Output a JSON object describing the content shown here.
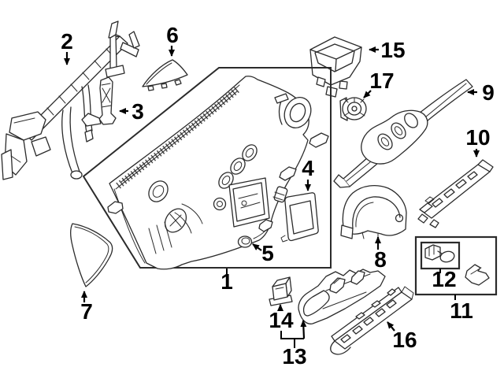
{
  "diagram": {
    "callouts": [
      {
        "id": "1",
        "label": "1"
      },
      {
        "id": "2",
        "label": "2"
      },
      {
        "id": "3",
        "label": "3"
      },
      {
        "id": "4",
        "label": "4"
      },
      {
        "id": "5",
        "label": "5"
      },
      {
        "id": "6",
        "label": "6"
      },
      {
        "id": "7",
        "label": "7"
      },
      {
        "id": "8",
        "label": "8"
      },
      {
        "id": "9",
        "label": "9"
      },
      {
        "id": "10",
        "label": "10"
      },
      {
        "id": "11",
        "label": "11"
      },
      {
        "id": "12",
        "label": "12"
      },
      {
        "id": "13",
        "label": "13"
      },
      {
        "id": "14",
        "label": "14"
      },
      {
        "id": "15",
        "label": "15"
      },
      {
        "id": "16",
        "label": "16"
      },
      {
        "id": "17",
        "label": "17"
      }
    ]
  },
  "colors": {
    "background": "#ffffff",
    "line_art": "#2b2b2b",
    "label_text": "#000000"
  }
}
